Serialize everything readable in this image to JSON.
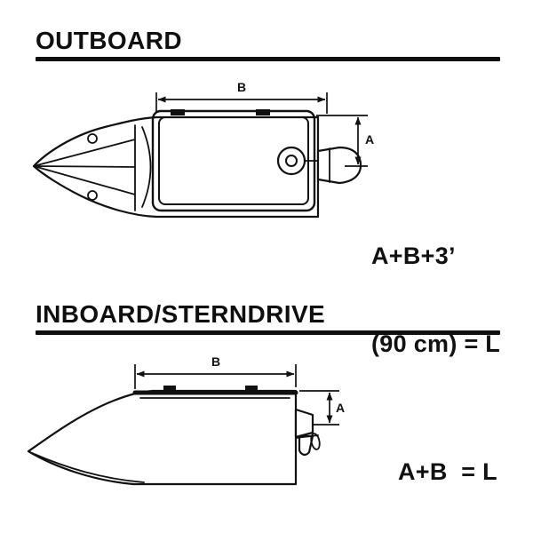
{
  "page": {
    "background": "#ffffff",
    "ink": "#111111"
  },
  "outboard": {
    "title": "OUTBOARD",
    "dim_b": "B",
    "dim_a": "A",
    "formula_line1": "A+B+3’",
    "formula_line2": "(90 cm) = L"
  },
  "inboard": {
    "title": "INBOARD/STERNDRIVE",
    "dim_b": "B",
    "dim_a": "A",
    "formula": "A+B  = L"
  }
}
